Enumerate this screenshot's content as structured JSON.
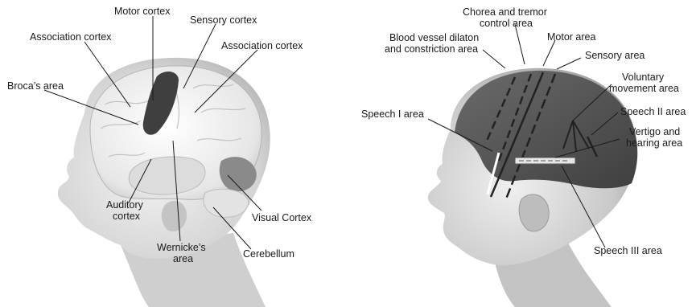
{
  "left_figure": {
    "labels": {
      "motor_cortex": "Motor cortex",
      "sensory_cortex": "Sensory cortex",
      "association_cortex_left": "Association cortex",
      "association_cortex_right": "Association cortex",
      "brocas_area": "Broca’s area",
      "auditory_cortex_1": "Auditory",
      "auditory_cortex_2": "cortex",
      "wernickes_area_1": "Wernicke’s",
      "wernickes_area_2": "area",
      "visual_cortex": "Visual Cortex",
      "cerebellum": "Cerebellum"
    }
  },
  "right_figure": {
    "labels": {
      "chorea_1": "Chorea and tremor",
      "chorea_2": "control area",
      "blood_vessel_1": "Blood vessel dilaton",
      "blood_vessel_2": "and constriction area",
      "motor_area": "Motor area",
      "sensory_area": "Sensory area",
      "voluntary_1": "Voluntary",
      "voluntary_2": "movement area",
      "speech_1": "Speech I area",
      "speech_2": "Speech II area",
      "vertigo_1": "Vertigo and",
      "vertigo_2": "hearing area",
      "speech_3": "Speech III area"
    }
  }
}
